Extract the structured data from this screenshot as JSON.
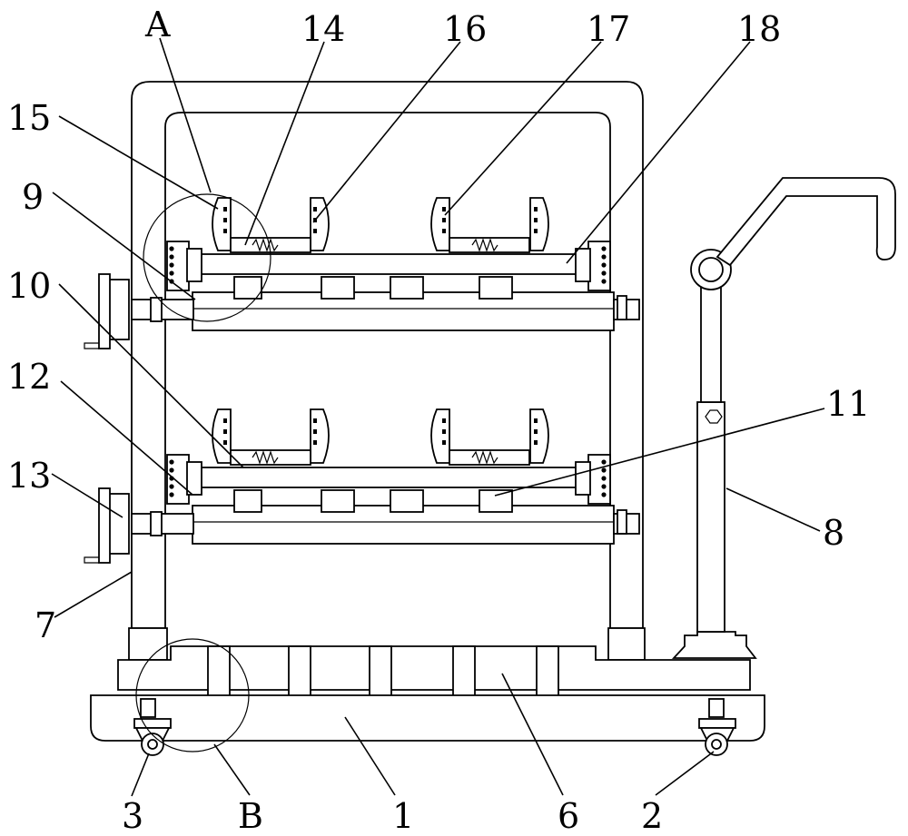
{
  "labels": {
    "A": "A",
    "l14": "14",
    "l16": "16",
    "l17": "17",
    "l18": "18",
    "l15": "15",
    "l9": "9",
    "l10": "10",
    "l12": "12",
    "l13": "13",
    "l11": "11",
    "l7": "7",
    "l8": "8",
    "l3": "3",
    "B": "B",
    "l1": "1",
    "l6": "6",
    "l2": "2"
  }
}
